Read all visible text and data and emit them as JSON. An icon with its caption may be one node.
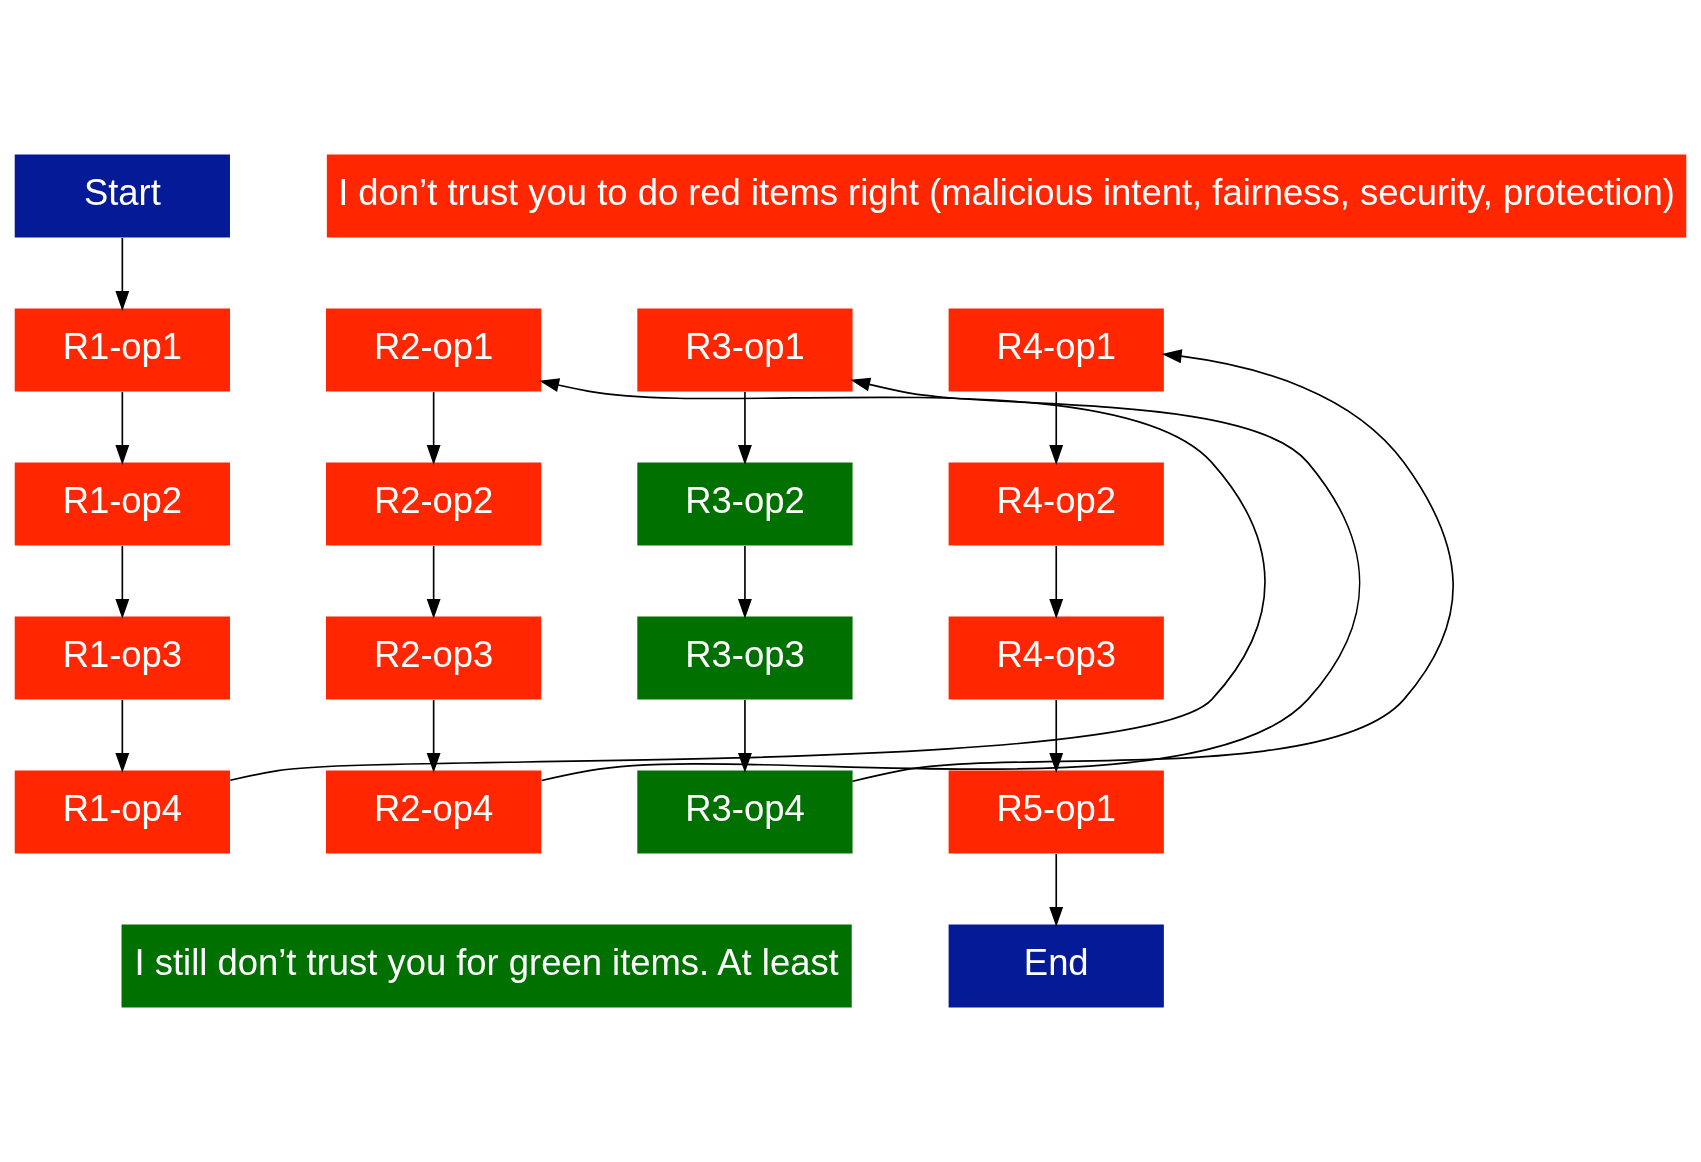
{
  "diagram": {
    "nodes": [
      {
        "text": [
          "Start"
        ]
      },
      {
        "text": [
          "R1-op1"
        ]
      },
      {
        "text": [
          "R1-op2"
        ]
      },
      {
        "text": [
          "R1-op3"
        ]
      },
      {
        "text": [
          "R1-op4"
        ]
      },
      {
        "text": [
          "R2-op1"
        ]
      },
      {
        "text": [
          "R2-op2"
        ]
      },
      {
        "text": [
          "R2-op3"
        ]
      },
      {
        "text": [
          "R2-op4"
        ]
      },
      {
        "text": [
          "R3-op1"
        ]
      },
      {
        "text": [
          "R3-op2"
        ]
      },
      {
        "text": [
          "R3-op3"
        ]
      },
      {
        "text": [
          "R3-op4"
        ]
      },
      {
        "text": [
          "R4-op1"
        ]
      },
      {
        "text": [
          "R4-op2"
        ]
      },
      {
        "text": [
          "R4-op3"
        ]
      },
      {
        "text": [
          "R5-op1"
        ]
      },
      {
        "text": [
          "End"
        ]
      },
      {
        "text": [
          "I don’t trust you to do red items right (malicious intent, fairness, security, protection)"
        ]
      },
      {
        "text": [
          "I still don’t trust you for green items. At least"
        ]
      }
    ],
    "edges": [
      {
        "from": 0,
        "to": 1,
        "arrow": "to"
      },
      {
        "from": 1,
        "to": 2,
        "arrow": "to"
      },
      {
        "from": 2,
        "to": 3,
        "arrow": "to"
      },
      {
        "from": 3,
        "to": 4,
        "arrow": "to"
      },
      {
        "from": 4,
        "to": 5,
        "arrow": "to"
      },
      {
        "from": 5,
        "to": 6,
        "arrow": "to"
      },
      {
        "from": 6,
        "to": 7,
        "arrow": "to"
      },
      {
        "from": 7,
        "to": 8,
        "arrow": "to"
      },
      {
        "from": 8,
        "to": 9,
        "arrow": "to"
      },
      {
        "from": 9,
        "to": 10,
        "arrow": "to"
      },
      {
        "from": 10,
        "to": 11,
        "arrow": "to"
      },
      {
        "from": 11,
        "to": 12,
        "arrow": "to"
      },
      {
        "from": 12,
        "to": 13,
        "arrow": "to"
      },
      {
        "from": 13,
        "to": 14,
        "arrow": "to"
      },
      {
        "from": 14,
        "to": 15,
        "arrow": "to"
      },
      {
        "from": 15,
        "to": 16,
        "arrow": "to"
      },
      {
        "from": 16,
        "to": 17,
        "arrow": "to"
      }
    ]
  }
}
